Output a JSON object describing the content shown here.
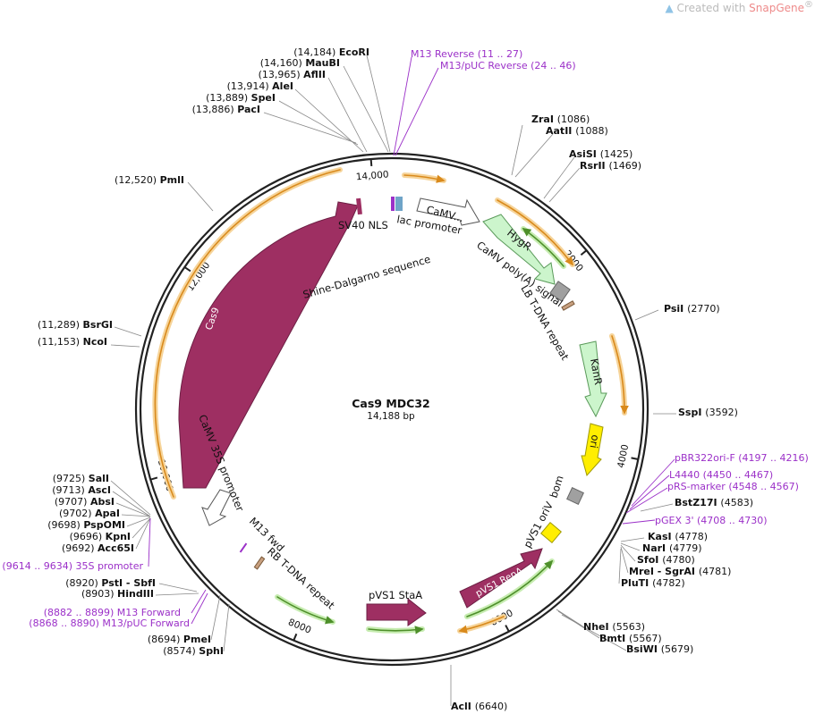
{
  "watermark": {
    "prefix": "Created with ",
    "brand": "SnapGene",
    "reg": "®",
    "icon": "snapgene-logo-icon"
  },
  "plasmid": {
    "name": "Cas9 MDC32",
    "length_label": "14,188 bp",
    "length": 14188
  },
  "ticks": [
    {
      "pos": 2000,
      "label": "2000"
    },
    {
      "pos": 4000,
      "label": "4000"
    },
    {
      "pos": 6000,
      "label": "6000"
    },
    {
      "pos": 8000,
      "label": "8000"
    },
    {
      "pos": 10000,
      "label": "10,000"
    },
    {
      "pos": 12000,
      "label": "12,000"
    },
    {
      "pos": 14000,
      "label": "14,000"
    }
  ],
  "enzymes": [
    {
      "name": "EcoRI",
      "pos": "(14,184)"
    },
    {
      "name": "MauBI",
      "pos": "(14,160)"
    },
    {
      "name": "AflII",
      "pos": "(13,965)"
    },
    {
      "name": "AleI",
      "pos": "(13,914)"
    },
    {
      "name": "SpeI",
      "pos": "(13,889)"
    },
    {
      "name": "PacI",
      "pos": "(13,886)"
    },
    {
      "name": "ZraI",
      "pos": "(1086)"
    },
    {
      "name": "AatII",
      "pos": "(1088)"
    },
    {
      "name": "AsiSI",
      "pos": "(1425)"
    },
    {
      "name": "RsrII",
      "pos": "(1469)"
    },
    {
      "name": "PmlI",
      "pos": "(12,520)"
    },
    {
      "name": "PsiI",
      "pos": "(2770)"
    },
    {
      "name": "BsrGI",
      "pos": "(11,289)"
    },
    {
      "name": "NcoI",
      "pos": "(11,153)"
    },
    {
      "name": "SspI",
      "pos": "(3592)"
    },
    {
      "name": "BstZ17I",
      "pos": "(4583)"
    },
    {
      "name": "KasI",
      "pos": "(4778)"
    },
    {
      "name": "NarI",
      "pos": "(4779)"
    },
    {
      "name": "SfoI",
      "pos": "(4780)"
    },
    {
      "name": "MreI - SgrAI",
      "pos": "(4781)"
    },
    {
      "name": "PluTI",
      "pos": "(4782)"
    },
    {
      "name": "SalI",
      "pos": "(9725)"
    },
    {
      "name": "AscI",
      "pos": "(9713)"
    },
    {
      "name": "AbsI",
      "pos": "(9707)"
    },
    {
      "name": "ApaI",
      "pos": "(9702)"
    },
    {
      "name": "PspOMI",
      "pos": "(9698)"
    },
    {
      "name": "KpnI",
      "pos": "(9696)"
    },
    {
      "name": "Acc65I",
      "pos": "(9692)"
    },
    {
      "name": "PstI - SbfI",
      "pos": "(8920)"
    },
    {
      "name": "HindIII",
      "pos": "(8903)"
    },
    {
      "name": "PmeI",
      "pos": "(8694)"
    },
    {
      "name": "SphI",
      "pos": "(8574)"
    },
    {
      "name": "NheI",
      "pos": "(5563)"
    },
    {
      "name": "BmtI",
      "pos": "(5567)"
    },
    {
      "name": "BsiWI",
      "pos": "(5679)"
    },
    {
      "name": "AclI",
      "pos": "(6640)"
    }
  ],
  "primers": [
    {
      "name": "M13 Reverse",
      "range": "(11 .. 27)"
    },
    {
      "name": "M13/pUC Reverse",
      "range": "(24 .. 46)"
    },
    {
      "name": "pBR322ori-F",
      "range": "(4197 .. 4216)"
    },
    {
      "name": "L4440",
      "range": "(4450 .. 4467)"
    },
    {
      "name": "pRS-marker",
      "range": "(4548 .. 4567)"
    },
    {
      "name": "pGEX 3'",
      "range": "(4708 .. 4730)"
    },
    {
      "name": "35S promoter",
      "range": "(9614 .. 9634)"
    },
    {
      "name": "M13 Forward",
      "range": "(8882 .. 8899)"
    },
    {
      "name": "M13/pUC Forward",
      "range": "(8868 .. 8890)"
    }
  ],
  "features": [
    {
      "name": "Cas9",
      "color": "#9e2f62"
    },
    {
      "name": "SV40 NLS",
      "color": "#9e2f62"
    },
    {
      "name": "lac promoter",
      "color": "#ffffff"
    },
    {
      "name": "CaMV...",
      "color": "#ffffff"
    },
    {
      "name": "HygR",
      "color": "#ccf5cc"
    },
    {
      "name": "CaMV poly(A) signal",
      "color": "#a0a0a0"
    },
    {
      "name": "LB T-DNA repeat",
      "color": "#c8a080"
    },
    {
      "name": "KanR",
      "color": "#ccf5cc"
    },
    {
      "name": "ori",
      "color": "#ffee00"
    },
    {
      "name": "bom",
      "color": "#a0a0a0"
    },
    {
      "name": "pVS1 oriV",
      "color": "#ffee00"
    },
    {
      "name": "pVS1 RepA",
      "color": "#9e2f62"
    },
    {
      "name": "pVS1 StaA",
      "color": "#9e2f62"
    },
    {
      "name": "RB T-DNA repeat",
      "color": "#c8a080"
    },
    {
      "name": "M13 fwd",
      "color": "#9b30c8"
    },
    {
      "name": "CaMV 35S promoter",
      "color": "#ffffff"
    },
    {
      "name": "Shine-Dalgarno sequence",
      "color": "#111111"
    }
  ],
  "colors": {
    "enzyme_text": "#111111",
    "primer_text": "#9b30c8",
    "orf_orange": "#f0b050",
    "orf_green": "#6cbf3c",
    "backbone": "#222222"
  }
}
